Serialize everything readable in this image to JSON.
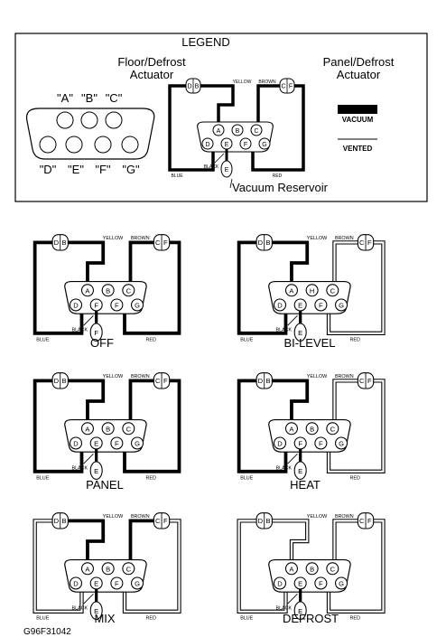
{
  "legend": {
    "title": "LEGEND",
    "floor_label_1": "Floor/Defrost",
    "floor_label_2": "Actuator",
    "panel_label_1": "Panel/Defrost",
    "panel_label_2": "Actuator",
    "vacuum": "VACUUM",
    "vented": "VENTED",
    "reservoir": "Vacuum Reservoir",
    "pins_top": [
      "\"A\"",
      "\"B\"",
      "\"C\""
    ],
    "pins_bottom": [
      "\"D\"",
      "\"E\"",
      "\"F\"",
      "\"G\""
    ]
  },
  "wires": {
    "yellow": "YELLOW",
    "brown": "BROWN",
    "blue": "BLUE",
    "black": "BLACK",
    "red": "RED"
  },
  "actuator_letters": {
    "floor_1": "D",
    "floor_2": "B",
    "panel_1": "C",
    "panel_2": "F"
  },
  "connector_letters": {
    "top": [
      "A",
      "B",
      "C"
    ],
    "bottom": [
      "D",
      "E",
      "F",
      "G"
    ],
    "reservoir": "E"
  },
  "modes": [
    {
      "name": "OFF",
      "yellow": "vacuum",
      "brown": "vacuum",
      "blue": "vacuum",
      "red": "vacuum",
      "pins": [
        "A",
        "B",
        "C",
        "D",
        "F",
        "F",
        "G"
      ],
      "res": "F"
    },
    {
      "name": "BI-LEVEL",
      "yellow": "vacuum",
      "brown": "vented",
      "blue": "vacuum",
      "red": "vented",
      "pins": [
        "A",
        "H",
        "C",
        "D",
        "E",
        "F",
        "G"
      ],
      "res": "E"
    },
    {
      "name": "PANEL",
      "yellow": "vacuum",
      "brown": "vacuum",
      "blue": "vacuum",
      "red": "vacuum",
      "pins": [
        "A",
        "B",
        "C",
        "D",
        "E",
        "F",
        "G"
      ],
      "res": "E"
    },
    {
      "name": "HEAT",
      "yellow": "vacuum",
      "brown": "vented",
      "blue": "vacuum",
      "red": "vented",
      "pins": [
        "A",
        "B",
        "C",
        "D",
        "F",
        "F",
        "G"
      ],
      "res": "E"
    },
    {
      "name": "MIX",
      "yellow": "vacuum",
      "brown": "vacuum",
      "blue": "vented",
      "red": "vented",
      "pins": [
        "A",
        "B",
        "C",
        "D",
        "E",
        "F",
        "G"
      ],
      "res": "E"
    },
    {
      "name": "DEFROST",
      "yellow": "vented",
      "brown": "vented",
      "blue": "vented",
      "red": "vented",
      "pins": [
        "A",
        "B",
        "C",
        "D",
        "E",
        "F",
        "G"
      ],
      "res": "E"
    }
  ],
  "figure_id": "G96F31042"
}
